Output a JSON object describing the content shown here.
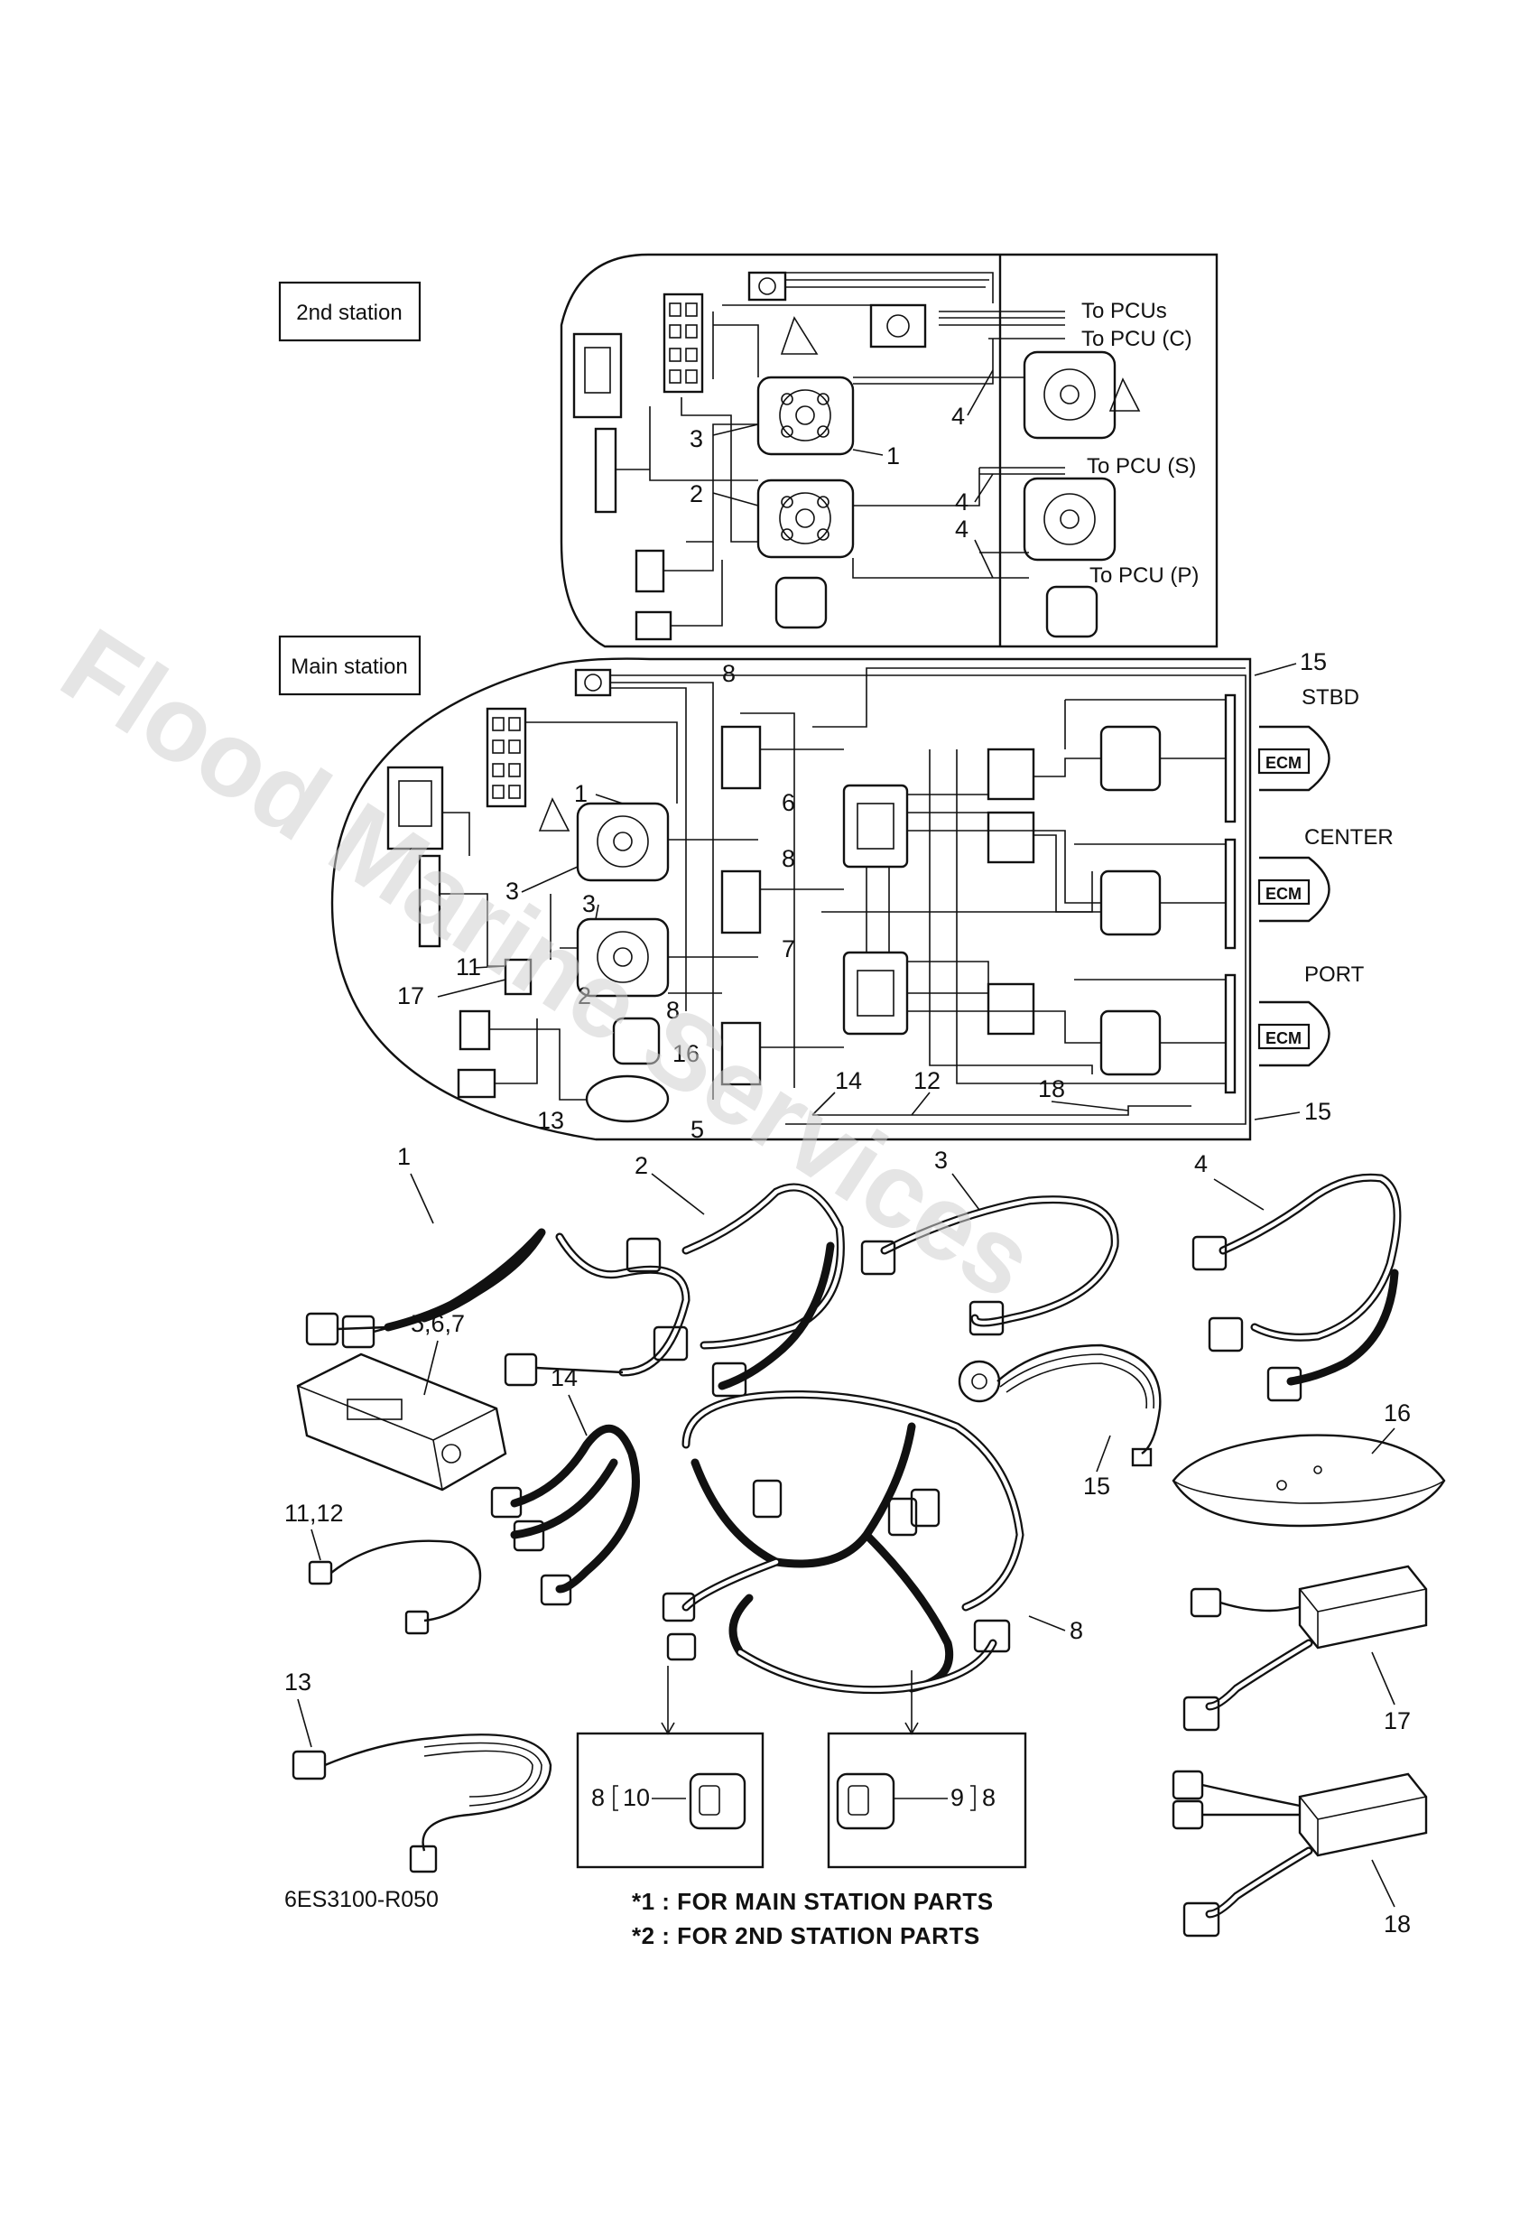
{
  "stations": {
    "second": "2nd station",
    "main": "Main station"
  },
  "destinations": [
    "To PCUs",
    "To PCU (C)",
    "To PCU (S)",
    "To PCU (P)"
  ],
  "engines": [
    "STBD",
    "CENTER",
    "PORT"
  ],
  "ecm_label": "ECM",
  "diagram_callouts": {
    "second": [
      "3",
      "2",
      "1",
      "4",
      "4",
      "4"
    ],
    "main": [
      "15",
      "8",
      "1",
      "6",
      "8",
      "3",
      "3",
      "7",
      "11",
      "17",
      "2",
      "8",
      "16",
      "13",
      "5",
      "14",
      "12",
      "18",
      "15"
    ]
  },
  "parts": [
    {
      "id": "p1",
      "label": "1"
    },
    {
      "id": "p2",
      "label": "2"
    },
    {
      "id": "p3",
      "label": "3"
    },
    {
      "id": "p4",
      "label": "4"
    },
    {
      "id": "p567",
      "label": "5,6,7"
    },
    {
      "id": "p14",
      "label": "14"
    },
    {
      "id": "p15",
      "label": "15"
    },
    {
      "id": "p16",
      "label": "16"
    },
    {
      "id": "p1112",
      "label": "11,12"
    },
    {
      "id": "p8",
      "label": "8"
    },
    {
      "id": "p17",
      "label": "17"
    },
    {
      "id": "p13",
      "label": "13"
    },
    {
      "id": "p18",
      "label": "18"
    }
  ],
  "detail_boxes": {
    "left": {
      "outer": "8",
      "inner": "10"
    },
    "right": {
      "outer": "8",
      "inner": "9"
    }
  },
  "diagram_code": "6ES3100-R050",
  "notes": [
    "*1 : FOR MAIN STATION PARTS",
    "*2 : FOR 2ND STATION PARTS"
  ],
  "watermark": "Flood Marine Services"
}
